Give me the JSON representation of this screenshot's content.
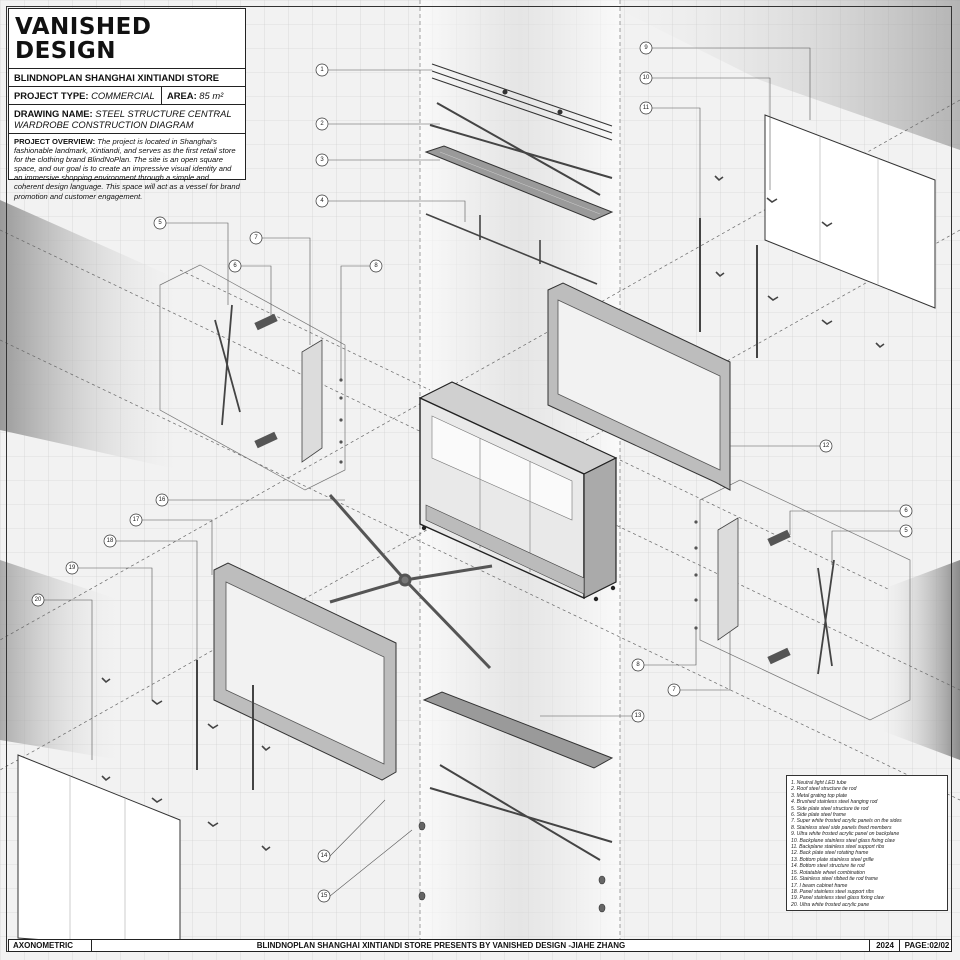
{
  "title_block": {
    "studio": "VANISHED DESIGN",
    "project_name": "BLINDNOPLAN SHANGHAI XINTIANDI STORE",
    "project_type_label": "PROJECT TYPE:",
    "project_type_value": "COMMERCIAL",
    "area_label": "AREA:",
    "area_value": "85 m²",
    "drawing_name_label": "DRAWING NAME:",
    "drawing_name_value": "STEEL STRUCTURE CENTRAL WARDROBE CONSTRUCTION DIAGRAM",
    "overview_label": "PROJECT OVERVIEW:",
    "overview_text": "The project is located in Shanghai's fashionable landmark, Xintiandi, and serves as the first retail store for the clothing brand BlindNoPlan. The site is an open square space, and our goal is to create an impressive visual identity and an immersive shopping environment through a simple and coherent design language. This space will act as a vessel for brand promotion and customer engagement."
  },
  "legend": [
    "1. Neutral light LED tube",
    "2. Roof steel structure tie rod",
    "3. Metal grating top plate",
    "4. Brushed stainless steel hanging rod",
    "5. Side plate steel structure tie rod",
    "6. Side plate steel frame",
    "7. Super white frosted acrylic panels on the sides",
    "8. Stainless steel side panels fixed members",
    "9. Ultra white frosted acrylic panel on backplane",
    "10. Backplane stainless steel glass fixing claw",
    "11. Backplane stainless steel support ribs",
    "12. Back plate steel rotating frame",
    "13. Bottom plate stainless steel grille",
    "14. Bottom steel structure tie rod",
    "15. Rotatable wheel combination",
    "16. Stainless steel ribbed tie rod frame",
    "17. I beam cabinet frame",
    "18. Panel stainless steel support ribs",
    "19. Panel stainless steel glass fixing claw",
    "20. Ultra white frosted acrylic pane"
  ],
  "callouts": [
    "1",
    "2",
    "3",
    "4",
    "5",
    "6",
    "7",
    "8",
    "9",
    "10",
    "11",
    "12",
    "13",
    "14",
    "15",
    "16",
    "17",
    "18",
    "19",
    "20",
    "6",
    "5",
    "8",
    "7"
  ],
  "footer": {
    "view": "AXONOMETRIC",
    "credit": "BLINDNOPLAN SHANGHAI XINTIANDI STORE PRESENTS BY VANISHED DESIGN -JIAHE ZHANG",
    "year": "2024",
    "page": "PAGE:02/02"
  },
  "colors": {
    "ink": "#222222",
    "paper": "#f2f2f2",
    "shadow": "#8a8a8a"
  }
}
